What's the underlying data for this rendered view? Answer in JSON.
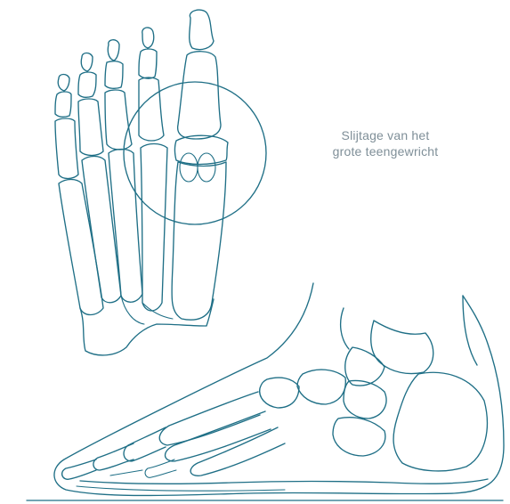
{
  "diagram": {
    "annotation": {
      "line1": "Slijtage van het",
      "line2": "grote teengewricht"
    },
    "views": [
      "foot-top-view",
      "foot-side-view"
    ],
    "colors": {
      "line": "#1f6f86",
      "label": "#7f8f98",
      "background": "#ffffff"
    }
  }
}
